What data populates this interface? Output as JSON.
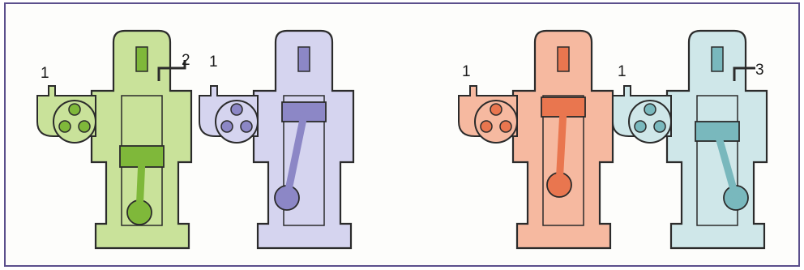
{
  "colors": {
    "frame": "#5b4f8c",
    "outline": "#2b2b2b",
    "stroke1_fill": "#c9e29a",
    "stroke1_dark": "#7fb83a",
    "stroke2_fill": "#d5d4ef",
    "stroke2_dark": "#8c87c6",
    "stroke3_fill": "#f6b9a0",
    "stroke3_dark": "#e9764f",
    "stroke4_fill": "#cfe7e9",
    "stroke4_dark": "#79b8bd"
  },
  "engines": [
    {
      "name": "stroke-1",
      "fill_key": "stroke1_fill",
      "dark_key": "stroke1_dark",
      "left_label": "1",
      "right_label": "2",
      "piston": "down"
    },
    {
      "name": "stroke-2",
      "fill_key": "stroke2_fill",
      "dark_key": "stroke2_dark",
      "left_label": "1",
      "right_label": "",
      "piston": "up"
    },
    {
      "name": "stroke-3",
      "fill_key": "stroke3_fill",
      "dark_key": "stroke3_dark",
      "left_label": "1",
      "right_label": "",
      "piston": "up"
    },
    {
      "name": "stroke-4",
      "fill_key": "stroke4_fill",
      "dark_key": "stroke4_dark",
      "left_label": "1",
      "right_label": "3",
      "piston": "down"
    }
  ]
}
